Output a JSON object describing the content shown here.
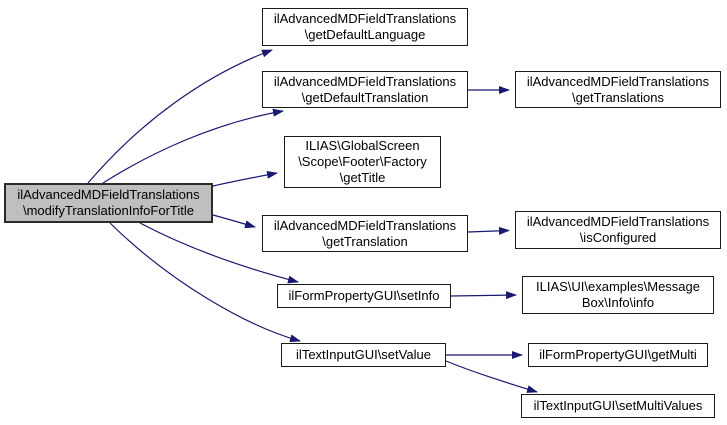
{
  "diagram": {
    "type": "call-graph",
    "colors": {
      "edge": "#191970",
      "node_fill": "#ffffff",
      "node_border": "#000000",
      "highlight_fill": "#bfbfbf",
      "background": "#ffffff"
    },
    "nodes": [
      {
        "id": "modifyTranslationInfoForTitle",
        "highlighted": true,
        "label": "ilAdvancedMDFieldTranslations\n\\modifyTranslationInfoForTitle"
      },
      {
        "id": "getDefaultLanguage",
        "highlighted": false,
        "label": "ilAdvancedMDFieldTranslations\n\\getDefaultLanguage"
      },
      {
        "id": "getDefaultTranslation",
        "highlighted": false,
        "label": "ilAdvancedMDFieldTranslations\n\\getDefaultTranslation"
      },
      {
        "id": "getTitle",
        "highlighted": false,
        "label": "ILIAS\\GlobalScreen\n\\Scope\\Footer\\Factory\n\\getTitle"
      },
      {
        "id": "getTranslation",
        "highlighted": false,
        "label": "ilAdvancedMDFieldTranslations\n\\getTranslation"
      },
      {
        "id": "setInfo",
        "highlighted": false,
        "label": "ilFormPropertyGUI\\setInfo"
      },
      {
        "id": "setValue",
        "highlighted": false,
        "label": "ilTextInputGUI\\setValue"
      },
      {
        "id": "getTranslations",
        "highlighted": false,
        "label": "ilAdvancedMDFieldTranslations\n\\getTranslations"
      },
      {
        "id": "isConfigured",
        "highlighted": false,
        "label": "ilAdvancedMDFieldTranslations\n\\isConfigured"
      },
      {
        "id": "messageBoxInfo",
        "highlighted": false,
        "label": "ILIAS\\UI\\examples\\Message\nBox\\Info\\info"
      },
      {
        "id": "getMulti",
        "highlighted": false,
        "label": "ilFormPropertyGUI\\getMulti"
      },
      {
        "id": "setMultiValues",
        "highlighted": false,
        "label": "ilTextInputGUI\\setMultiValues"
      }
    ],
    "edges": [
      {
        "from": "modifyTranslationInfoForTitle",
        "to": "getDefaultLanguage"
      },
      {
        "from": "modifyTranslationInfoForTitle",
        "to": "getDefaultTranslation"
      },
      {
        "from": "modifyTranslationInfoForTitle",
        "to": "getTitle"
      },
      {
        "from": "modifyTranslationInfoForTitle",
        "to": "getTranslation"
      },
      {
        "from": "modifyTranslationInfoForTitle",
        "to": "setInfo"
      },
      {
        "from": "modifyTranslationInfoForTitle",
        "to": "setValue"
      },
      {
        "from": "getDefaultTranslation",
        "to": "getTranslations"
      },
      {
        "from": "getTranslation",
        "to": "isConfigured"
      },
      {
        "from": "setInfo",
        "to": "messageBoxInfo"
      },
      {
        "from": "setValue",
        "to": "getMulti"
      },
      {
        "from": "setValue",
        "to": "setMultiValues"
      }
    ]
  }
}
